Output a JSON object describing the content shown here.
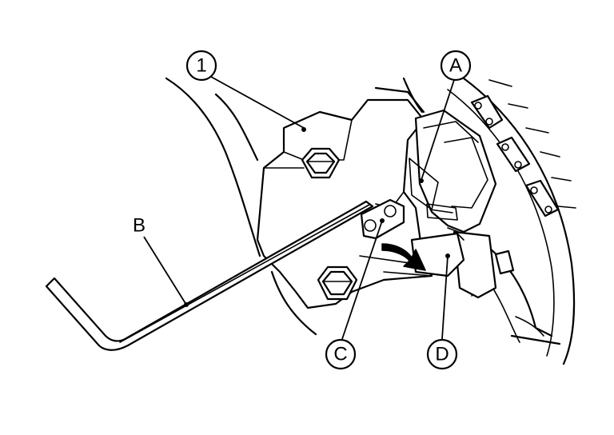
{
  "callouts": {
    "part_1": "1",
    "a": "A",
    "b": "B",
    "c": "C",
    "d": "D"
  }
}
